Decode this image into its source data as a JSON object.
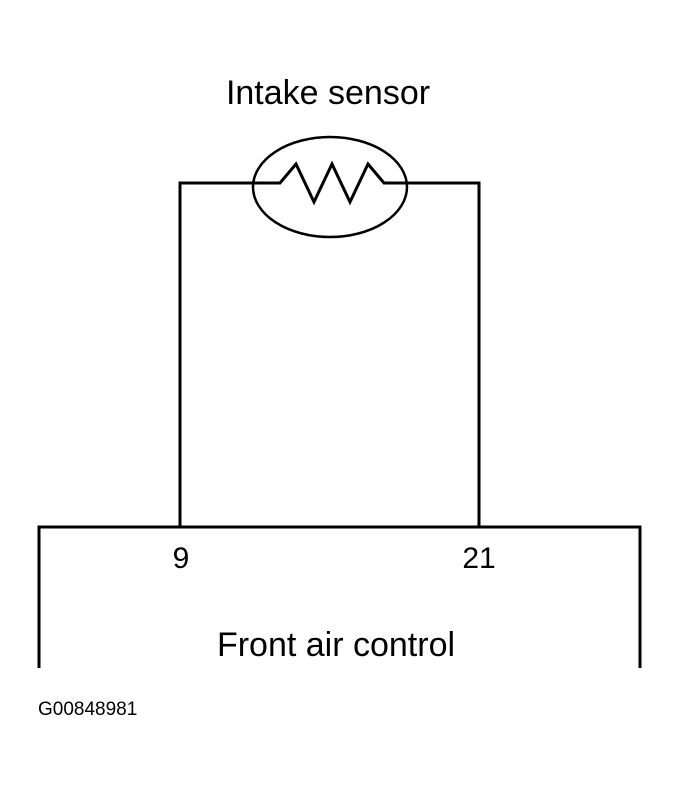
{
  "diagram": {
    "sensor": {
      "title": "Intake sensor",
      "symbol": "resistor-icon"
    },
    "module": {
      "label": "Front air control",
      "pins": [
        {
          "number": "9"
        },
        {
          "number": "21"
        }
      ]
    },
    "figure_id": "G00848981",
    "colors": {
      "line": "#000000",
      "background": "#ffffff"
    }
  }
}
